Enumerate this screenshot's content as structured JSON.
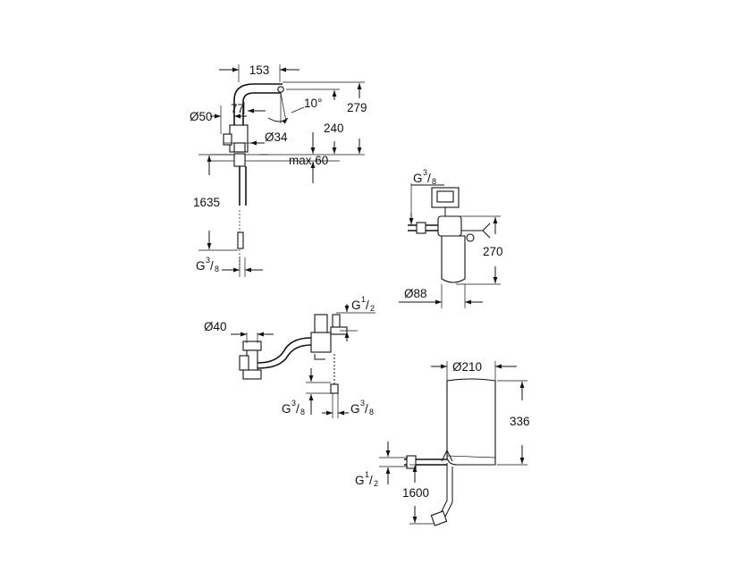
{
  "faucet": {
    "reach": "153",
    "height_total": "279",
    "height_spout": "240",
    "spout_angle": "10°",
    "base_diameter": "Ø50",
    "lever_offset": "77",
    "hole_diameter": "Ø34",
    "max_deck": "max.60",
    "hose_length": "1635",
    "connection": {
      "main": "G",
      "num": "3",
      "den": "8"
    }
  },
  "filter": {
    "connection": {
      "main": "G",
      "num": "3",
      "den": "8"
    },
    "height": "270",
    "diameter": "Ø88"
  },
  "valve": {
    "pipe_diameter": "Ø40",
    "connection_top": {
      "main": "G",
      "num": "1",
      "den": "2"
    },
    "connection_left": {
      "main": "G",
      "num": "3",
      "den": "8"
    },
    "connection_right": {
      "main": "G",
      "num": "3",
      "den": "8"
    }
  },
  "boiler": {
    "diameter": "Ø210",
    "height": "336",
    "connection": {
      "main": "G",
      "num": "1",
      "den": "2"
    },
    "cable_length": "1600"
  }
}
